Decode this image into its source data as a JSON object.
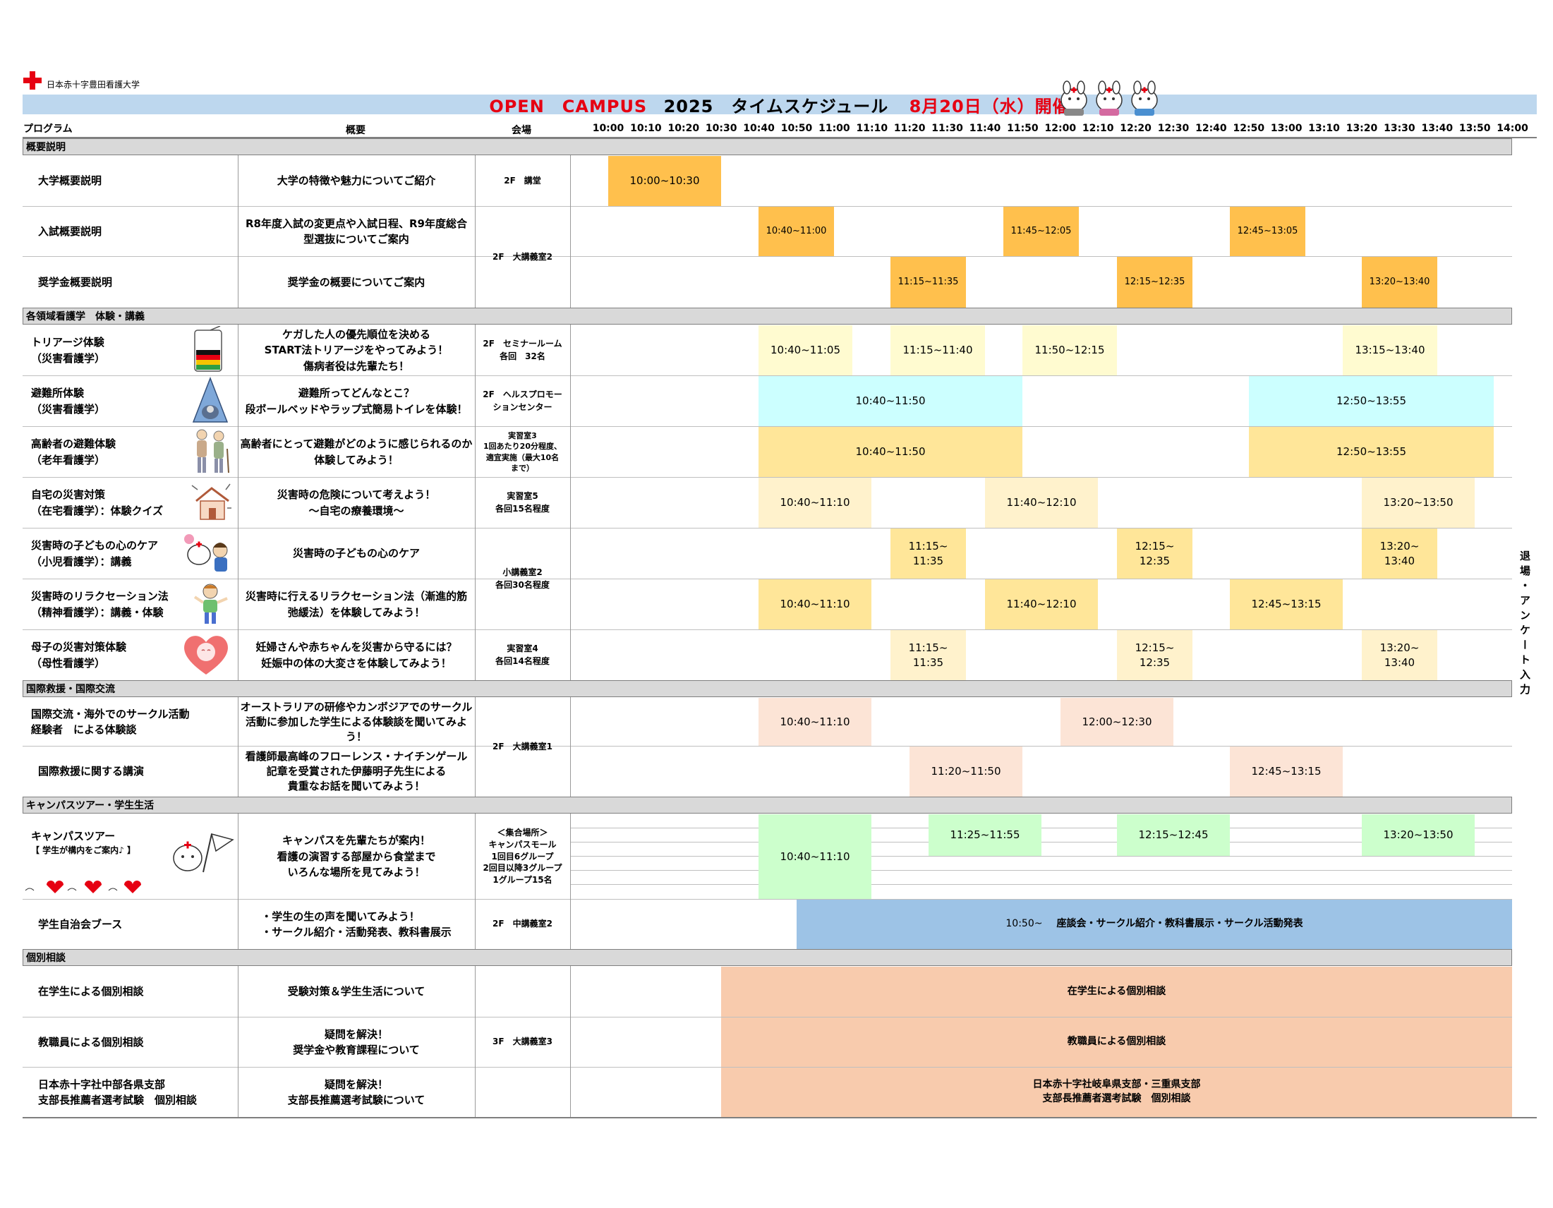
{
  "university": "日本赤十字豊田看護大学",
  "title": {
    "part1": "OPEN　CAMPUS",
    "part2": "2025　タイムスケジュール",
    "part3": "8月20日（水）開催"
  },
  "header": {
    "program": "プログラム",
    "summary": "概要",
    "venue": "会場"
  },
  "times": [
    "10:00",
    "10:10",
    "10:20",
    "10:30",
    "10:40",
    "10:50",
    "11:00",
    "11:10",
    "11:20",
    "11:30",
    "11:40",
    "11:50",
    "12:00",
    "12:10",
    "12:20",
    "12:30",
    "12:40",
    "12:50",
    "13:00",
    "13:10",
    "13:20",
    "13:30",
    "13:40",
    "13:50",
    "14:00"
  ],
  "exit_note": "退場・アンケート入力",
  "sections": {
    "overview": "概要説明",
    "nursing": "各領域看護学　体験・講義",
    "international": "国際救援・国際交流",
    "campus": "キャンパスツアー・学生生活",
    "consult": "個別相談"
  },
  "rows": {
    "r1": {
      "program": "大学概要説明",
      "desc": "大学の特徴や魅力についてご紹介",
      "venue": "2F　講堂"
    },
    "r2": {
      "program": "入試概要説明",
      "desc": "R8年度入試の変更点や入試日程、R9年度総合型選抜についてご案内"
    },
    "r3": {
      "program": "奨学金概要説明",
      "desc": "奨学金の概要についてご案内"
    },
    "v23": "2F　大講義室2",
    "r4": {
      "program_l1": "トリアージ体験",
      "program_l2": "（災害看護学）",
      "desc_l1": "ケガした人の優先順位を決める",
      "desc_l2": "START法トリアージをやってみよう！",
      "desc_l3": "傷病者役は先輩たち！",
      "venue_l1": "2F　セミナールーム",
      "venue_l2": "各回　32名"
    },
    "r5": {
      "program_l1": "避難所体験",
      "program_l2": "（災害看護学）",
      "desc_l1": "避難所ってどんなとこ？",
      "desc_l2": "段ボールベッドやラップ式簡易トイレを体験！",
      "venue_l1": "2F　ヘルスプロモー",
      "venue_l2": "ションセンター"
    },
    "r6": {
      "program_l1": "高齢者の避難体験",
      "program_l2": "（老年看護学）",
      "desc_l1": "高齢者にとって避難がどのように感じられるのか",
      "desc_l2": "体験してみよう！",
      "venue_l1": "実習室3",
      "venue_l2": "1回あたり20分程度、",
      "venue_l3": "適宜実施（最大10名",
      "venue_l4": "まで）"
    },
    "r7": {
      "program_l1": "自宅の災害対策",
      "program_l2": "（在宅看護学）：体験クイズ",
      "desc_l1": "災害時の危険について考えよう！",
      "desc_l2": "～自宅の療養環境～",
      "venue_l1": "実習室5",
      "venue_l2": "各回15名程度"
    },
    "r8": {
      "program_l1": "災害時の子どもの心のケア",
      "program_l2": "（小児看護学）：講義",
      "desc": "災害時の子どもの心のケア"
    },
    "r9": {
      "program_l1": "災害時のリラクセーション法",
      "program_l2": "（精神看護学）：講義・体験",
      "desc_l1": "災害時に行えるリラクセーション法（漸進的筋",
      "desc_l2": "弛緩法）を体験してみよう！"
    },
    "v89_l1": "小講義室2",
    "v89_l2": "各回30名程度",
    "r10": {
      "program_l1": "母子の災害対策体験",
      "program_l2": "（母性看護学）",
      "desc_l1": "妊婦さんや赤ちゃんを災害から守るには？",
      "desc_l2": "妊娠中の体の大変さを体験してみよう！",
      "venue_l1": "実習室4",
      "venue_l2": "各回14名程度"
    },
    "r11": {
      "program_l1": "国際交流・海外でのサークル活動",
      "program_l2": "経験者　による体験談",
      "desc_l1": "オーストラリアの研修やカンボジアでのサークル",
      "desc_l2": "活動に参加した学生による体験談を聞いてみよ",
      "desc_l3": "う！"
    },
    "r12": {
      "program": "国際救援に関する講演",
      "desc_l1": "看護師最高峰のフローレンス・ナイチンゲール",
      "desc_l2": "記章を受賞された伊藤明子先生による",
      "desc_l3": "貴重なお話を聞いてみよう！"
    },
    "v1112": "2F　大講義室1",
    "r13": {
      "program_l1": "キャンパスツアー",
      "program_l2": "【 学生が構内をご案内♪ 】",
      "desc_l1": "キャンパスを先輩たちが案内！",
      "desc_l2": "看護の演習する部屋から食堂まで",
      "desc_l3": "いろんな場所を見てみよう！",
      "venue_l1": "＜集合場所＞",
      "venue_l2": "キャンパスモール",
      "venue_l3": "1回目6グループ",
      "venue_l4": "2回目以降3グループ",
      "venue_l5": "1グループ15名"
    },
    "r14": {
      "program": "学生自治会ブース",
      "desc_l1": "・学生の生の声を聞いてみよう！",
      "desc_l2": "・サークル紹介・活動発表、教科書展示",
      "venue": "2F　中講義室2"
    },
    "r15": {
      "program": "在学生による個別相談",
      "desc": "受験対策＆学生生活について"
    },
    "r16": {
      "program": "教職員による個別相談",
      "desc_l1": "疑問を解決！",
      "desc_l2": "奨学金や教育課程について"
    },
    "r17": {
      "program_l1": "日本赤十字社中部各県支部",
      "program_l2": "支部長推薦者選考試験　個別相談",
      "desc_l1": "疑問を解決！",
      "desc_l2": "支部長推薦選考試験について"
    },
    "v1517": "3F　大講義室3"
  },
  "blocks": {
    "b1": "10:00~10:30",
    "b2a": "10:40~11:00",
    "b2b": "11:45~12:05",
    "b2c": "12:45~13:05",
    "b3a": "11:15~11:35",
    "b3b": "12:15~12:35",
    "b3c": "13:20~13:40",
    "b4a": "10:40~11:05",
    "b4b": "11:15~11:40",
    "b4c": "11:50~12:15",
    "b4d": "13:15~13:40",
    "b5a": "10:40~11:50",
    "b5b": "12:50~13:55",
    "b6a": "10:40~11:50",
    "b6b": "12:50~13:55",
    "b7a": "10:40~11:10",
    "b7b": "11:40~12:10",
    "b7c": "13:20~13:50",
    "b8a_l1": "11:15~",
    "b8a_l2": "11:35",
    "b8b_l1": "12:15~",
    "b8b_l2": "12:35",
    "b8c_l1": "13:20~",
    "b8c_l2": "13:40",
    "b9a": "10:40~11:10",
    "b9b": "11:40~12:10",
    "b9c": "12:45~13:15",
    "b10a_l1": "11:15~",
    "b10a_l2": "11:35",
    "b10b_l1": "12:15~",
    "b10b_l2": "12:35",
    "b10c_l1": "13:20~",
    "b10c_l2": "13:40",
    "b11a": "10:40~11:10",
    "b11b": "12:00~12:30",
    "b12a": "11:20~11:50",
    "b12b": "12:45~13:15",
    "b13a": "10:40~11:10",
    "b13b": "11:25~11:55",
    "b13c": "12:15~12:45",
    "b13d": "13:20~13:50",
    "b14_time": "10:50~",
    "b14_text": "座談会・サークル紹介・教科書展示・サークル活動発表",
    "b15": "在学生による個別相談",
    "b16": "教職員による個別相談",
    "b17_l1": "日本赤十字社岐阜県支部・三重県支部",
    "b17_l2": "支部長推薦者選考試験　個別相談"
  },
  "colors": {
    "orange": "#ffc04d",
    "light_yellow": "#fffbd0",
    "cyan": "#ccffff",
    "yellow": "#ffe699",
    "cream": "#fff2cc",
    "salmon_light": "#fce4d6",
    "green_light": "#ccffcc",
    "blue": "#9dc3e6",
    "salmon": "#f8cbad",
    "title_bar": "#bdd7ee",
    "section": "#d9d9d9",
    "red": "#e60012"
  }
}
